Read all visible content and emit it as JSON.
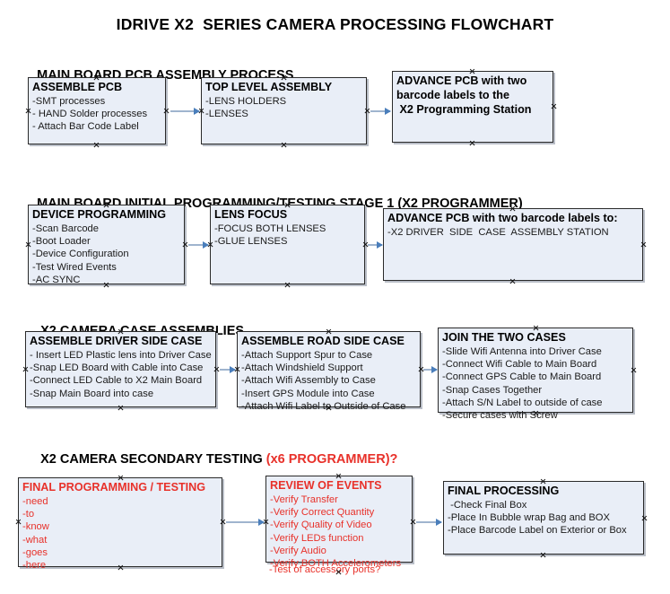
{
  "document": {
    "title": "IDRIVE X2  SERIES CAMERA PROCESSING FLOWCHART"
  },
  "colors": {
    "box_fill": "#e9eef7",
    "box_border": "#2a2a2a",
    "arrow_line": "#9fb4ce",
    "arrow_head": "#4a7ebb",
    "text": "#000000",
    "accent_red": "#e8312a"
  },
  "sections": [
    {
      "id": "main-board-pcb-assembly",
      "heading": "MAIN BOARD PCB ASSEMBLY PROCESS",
      "heading_accent": "",
      "boxes": [
        {
          "id": "assemble-pcb",
          "head": "ASSEMBLE PCB",
          "lines": [
            "-SMT processes",
            "- HAND Solder processes",
            "- Attach Bar Code Label"
          ]
        },
        {
          "id": "top-level-assembly",
          "head": "TOP LEVEL ASSEMBLY",
          "lines": [
            "-LENS HOLDERS",
            "-LENSES"
          ]
        },
        {
          "id": "advance-pcb-x2-programming-station",
          "head": "ADVANCE PCB with two",
          "lines": [
            "barcode labels to the",
            " X2 Programming Station"
          ]
        }
      ]
    },
    {
      "id": "main-board-initial-programming",
      "heading": "MAIN BOARD INITIAL PROGRAMMING/TESTING STAGE 1 (X2 PROGRAMMER)",
      "heading_accent": "",
      "boxes": [
        {
          "id": "device-programming",
          "head": "DEVICE PROGRAMMING",
          "lines": [
            "-Scan Barcode",
            "-Boot Loader",
            "-Device Configuration",
            "-Test Wired Events",
            "-AC SYNC"
          ]
        },
        {
          "id": "lens-focus",
          "head": "LENS FOCUS",
          "lines": [
            "-FOCUS BOTH LENSES",
            "-GLUE LENSES"
          ]
        },
        {
          "id": "advance-pcb-driver-side-case",
          "head": "ADVANCE PCB with two barcode labels to:",
          "lines": [
            "-X2 DRIVER  SIDE  CASE  ASSEMBLY STATION"
          ]
        }
      ]
    },
    {
      "id": "x2-camera-case-assemblies",
      "heading": "X2 CAMERA CASE ASSEMBLIES",
      "heading_accent": "",
      "boxes": [
        {
          "id": "assemble-driver-side-case",
          "head": "ASSEMBLE DRIVER SIDE CASE",
          "lines": [
            "- Insert LED Plastic lens into Driver Case",
            "-Snap LED Board with Cable into Case",
            "-Connect LED Cable to X2 Main Board",
            "-Snap Main Board into case"
          ]
        },
        {
          "id": "assemble-road-side-case",
          "head": "ASSEMBLE ROAD SIDE CASE",
          "lines": [
            "-Attach Support Spur to Case",
            "-Attach Windshield Support",
            "-Attach Wifi Assembly to Case",
            "-Insert GPS Module into Case",
            "-Attach Wifi Label to Outside of Case"
          ]
        },
        {
          "id": "join-the-two-cases",
          "head": "JOIN THE TWO CASES",
          "lines": [
            "-Slide Wifi Antenna into Driver Case",
            "-Connect Wifi Cable to Main Board",
            "-Connect GPS Cable to Main Board",
            "-Snap Cases Together",
            "-Attach S/N Label to outside of case",
            "-Secure cases with Screw"
          ]
        }
      ]
    },
    {
      "id": "x2-camera-secondary-testing",
      "heading": "X2 CAMERA SECONDARY TESTING ",
      "heading_accent": "(x6 PROGRAMMER)?",
      "boxes": [
        {
          "id": "final-programming-testing",
          "head": "FINAL PROGRAMMING / TESTING",
          "lines": [
            "-need",
            "-to",
            "-know",
            "-what",
            "-goes",
            "-here"
          ]
        },
        {
          "id": "review-of-events",
          "head": "REVIEW OF EVENTS",
          "lines": [
            "-Verify Transfer",
            "-Verify Correct Quantity",
            "-Verify Quality of Video",
            "-Verify LEDs function",
            "-Verify Audio",
            "-Verify BOTH Accelerometers"
          ],
          "overflow_line": "-Test of accessory ports?"
        },
        {
          "id": "final-processing",
          "head": "FINAL PROCESSING",
          "lines": [
            " -Check Final Box",
            "-Place In Bubble wrap Bag and BOX",
            "-Place Barcode Label on Exterior or Box"
          ]
        }
      ]
    }
  ]
}
